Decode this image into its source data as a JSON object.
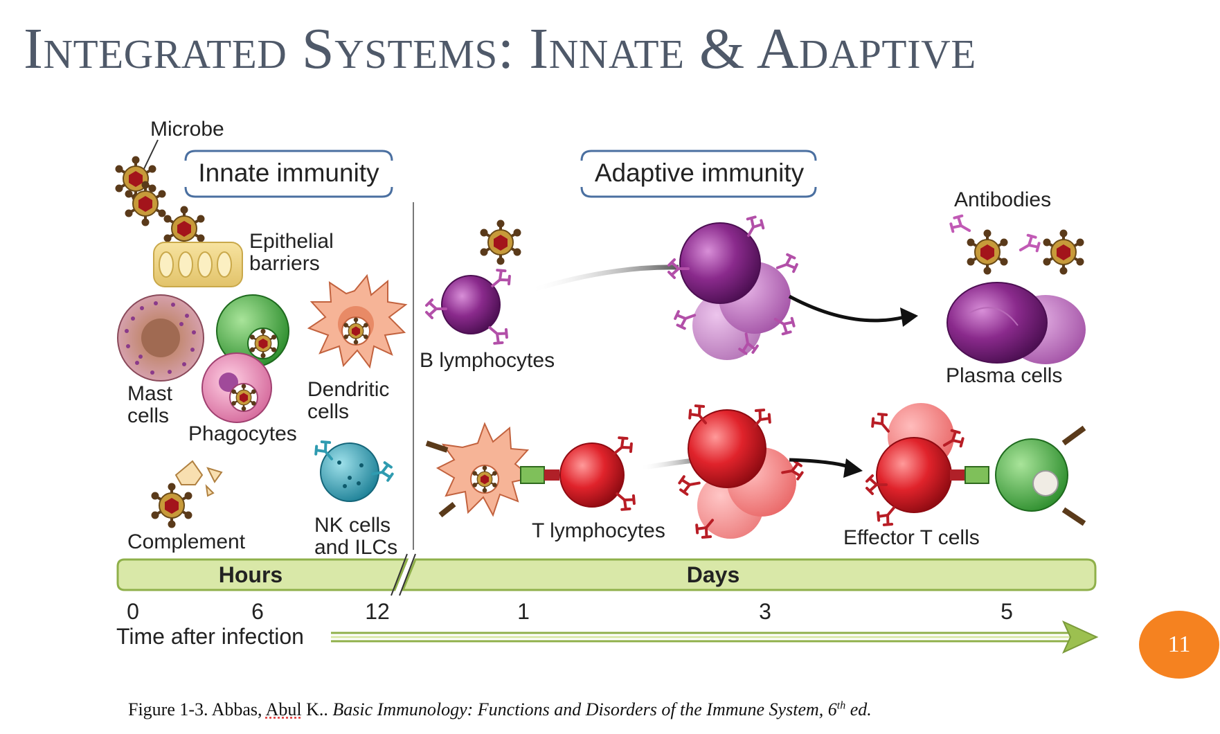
{
  "slide": {
    "title": "Integrated Systems: Innate & Adaptive",
    "page_number": "11"
  },
  "figure": {
    "sections": {
      "innate": "Innate immunity",
      "adaptive": "Adaptive immunity"
    },
    "labels": {
      "microbe": "Microbe",
      "epithelial_1": "Epithelial",
      "epithelial_2": "barriers",
      "mast_1": "Mast",
      "mast_2": "cells",
      "phagocytes": "Phagocytes",
      "dendritic_1": "Dendritic",
      "dendritic_2": "cells",
      "complement": "Complement",
      "nk_1": "NK cells",
      "nk_2": "and ILCs",
      "b_lymphocytes": "B lymphocytes",
      "antibodies": "Antibodies",
      "plasma": "Plasma cells",
      "t_lymphocytes": "T lymphocytes",
      "effector": "Effector T cells"
    },
    "timeline": {
      "hours_label": "Hours",
      "days_label": "Days",
      "ticks": [
        "0",
        "6",
        "12",
        "1",
        "3",
        "5"
      ],
      "axis_label": "Time after infection"
    },
    "colors": {
      "bar_fill": "#d9e8a8",
      "bar_stroke": "#8fb04a",
      "b_cell": "#8a2a8c",
      "t_cell": "#d9202a",
      "macrophage": "#3aa13a",
      "dendritic": "#f3a88a",
      "nk_cell": "#2f9bb0",
      "badge": "#f58220"
    }
  },
  "caption": {
    "lead": "Figure 1-3. Abbas, ",
    "author_flagged": "Abul",
    "author_rest": " K.. ",
    "book_title": "Basic Immunology: Functions and Disorders of the Immune System, 6",
    "edition_sup": "th",
    "edition_tail": " ed."
  }
}
